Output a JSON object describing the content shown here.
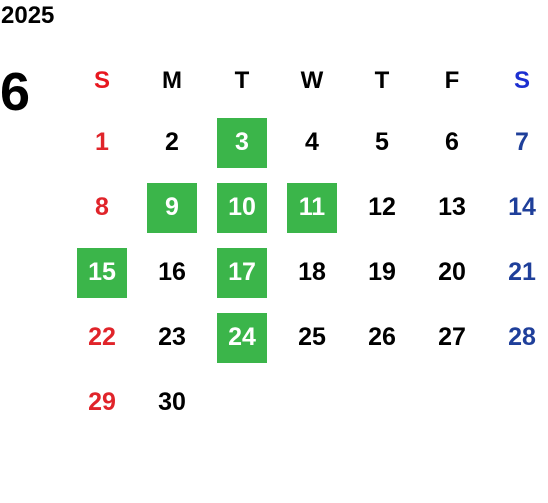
{
  "year": "2025",
  "month": "6",
  "weekdays": [
    "S",
    "M",
    "T",
    "W",
    "T",
    "F",
    "S"
  ],
  "first_weekday_index": 0,
  "days": [
    "1",
    "2",
    "3",
    "4",
    "5",
    "6",
    "7",
    "8",
    "9",
    "10",
    "11",
    "12",
    "13",
    "14",
    "15",
    "16",
    "17",
    "18",
    "19",
    "20",
    "21",
    "22",
    "23",
    "24",
    "25",
    "26",
    "27",
    "28",
    "29",
    "30"
  ],
  "highlighted_days": [
    "3",
    "9",
    "10",
    "11",
    "15",
    "17",
    "24"
  ],
  "colors": {
    "sunday": "#e0242a",
    "saturday": "#1f3f9a",
    "weekday": "#000000",
    "sunday_header": "#e8171f",
    "saturday_header": "#1c2fd1",
    "highlight_bg": "#3bb54a",
    "highlight_text": "#ffffff"
  }
}
